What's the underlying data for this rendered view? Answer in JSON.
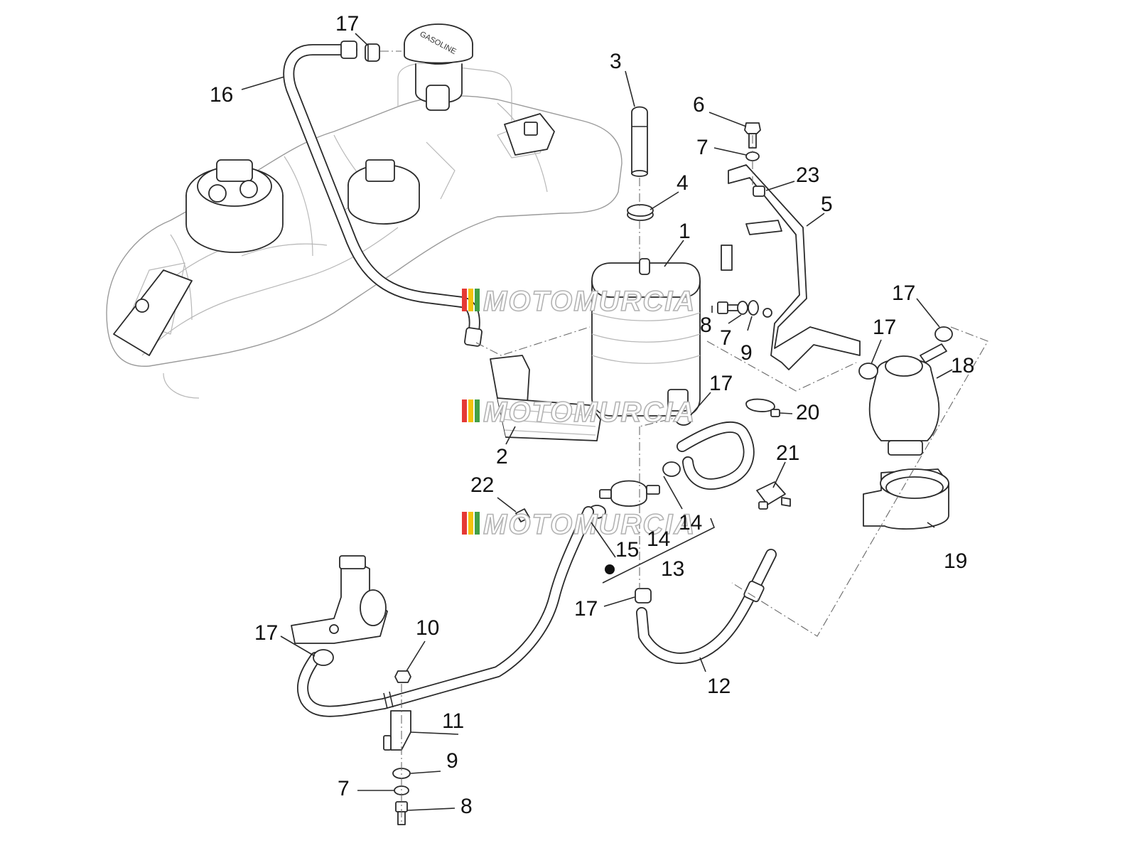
{
  "watermark": {
    "text": "MOTOMURCIA",
    "stripe_colors": [
      "#e53935",
      "#f4c20d",
      "#43a047"
    ]
  },
  "cap_label": "GASOLINE",
  "callouts": [
    {
      "id": "c1",
      "label": "1"
    },
    {
      "id": "c2",
      "label": "2"
    },
    {
      "id": "c3",
      "label": "3"
    },
    {
      "id": "c4",
      "label": "4"
    },
    {
      "id": "c5",
      "label": "5"
    },
    {
      "id": "c6",
      "label": "6"
    },
    {
      "id": "c7a",
      "label": "7"
    },
    {
      "id": "c7b",
      "label": "7"
    },
    {
      "id": "c7c",
      "label": "7"
    },
    {
      "id": "c8a",
      "label": "8"
    },
    {
      "id": "c8b",
      "label": "8"
    },
    {
      "id": "c9a",
      "label": "9"
    },
    {
      "id": "c9b",
      "label": "9"
    },
    {
      "id": "c10",
      "label": "10"
    },
    {
      "id": "c11",
      "label": "11"
    },
    {
      "id": "c12",
      "label": "12"
    },
    {
      "id": "c13",
      "label": "13"
    },
    {
      "id": "c14a",
      "label": "14"
    },
    {
      "id": "c14b",
      "label": "14"
    },
    {
      "id": "c15",
      "label": "15"
    },
    {
      "id": "c16",
      "label": "16"
    },
    {
      "id": "c17a",
      "label": "17"
    },
    {
      "id": "c17b",
      "label": "17"
    },
    {
      "id": "c17c",
      "label": "17"
    },
    {
      "id": "c17d",
      "label": "17"
    },
    {
      "id": "c17e",
      "label": "17"
    },
    {
      "id": "c17f",
      "label": "17"
    },
    {
      "id": "c18",
      "label": "18"
    },
    {
      "id": "c19",
      "label": "19"
    },
    {
      "id": "c20",
      "label": "20"
    },
    {
      "id": "c21",
      "label": "21"
    },
    {
      "id": "c22",
      "label": "22"
    },
    {
      "id": "c23",
      "label": "23"
    }
  ]
}
